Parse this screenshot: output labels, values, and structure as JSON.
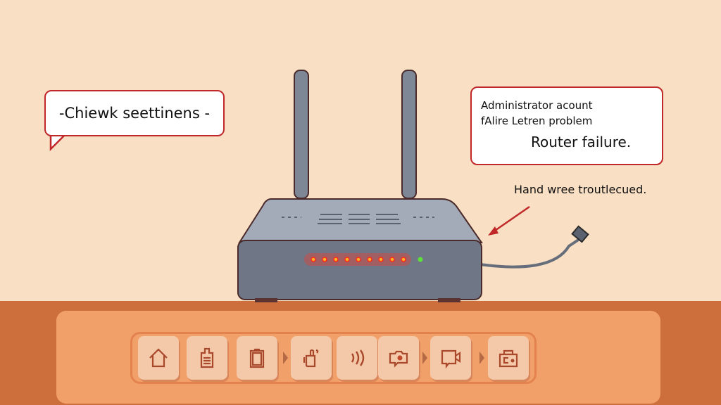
{
  "bubbles": {
    "left": "-Chiewk seettinens -",
    "right_line1": "Administrator acount",
    "right_line2": "fAlire Letren problem",
    "right_title": "Router failure."
  },
  "annotation": "Hand wree troutlecued.",
  "router": {
    "red_leds": 9,
    "green_leds": 1,
    "led_red": "#ff2a1a",
    "led_green": "#5de03a"
  },
  "toolbar": {
    "icons": [
      "home-icon",
      "document-icon",
      "clipboard-icon",
      "hand-icon",
      "signal-waves-icon",
      "camera-chat-icon",
      "video-chat-icon",
      "wallet-lock-icon"
    ]
  },
  "colors": {
    "background": "#f9dfc3",
    "floor": "#cd6e3d",
    "panel": "#f2a06a",
    "accent": "#c0282a"
  }
}
